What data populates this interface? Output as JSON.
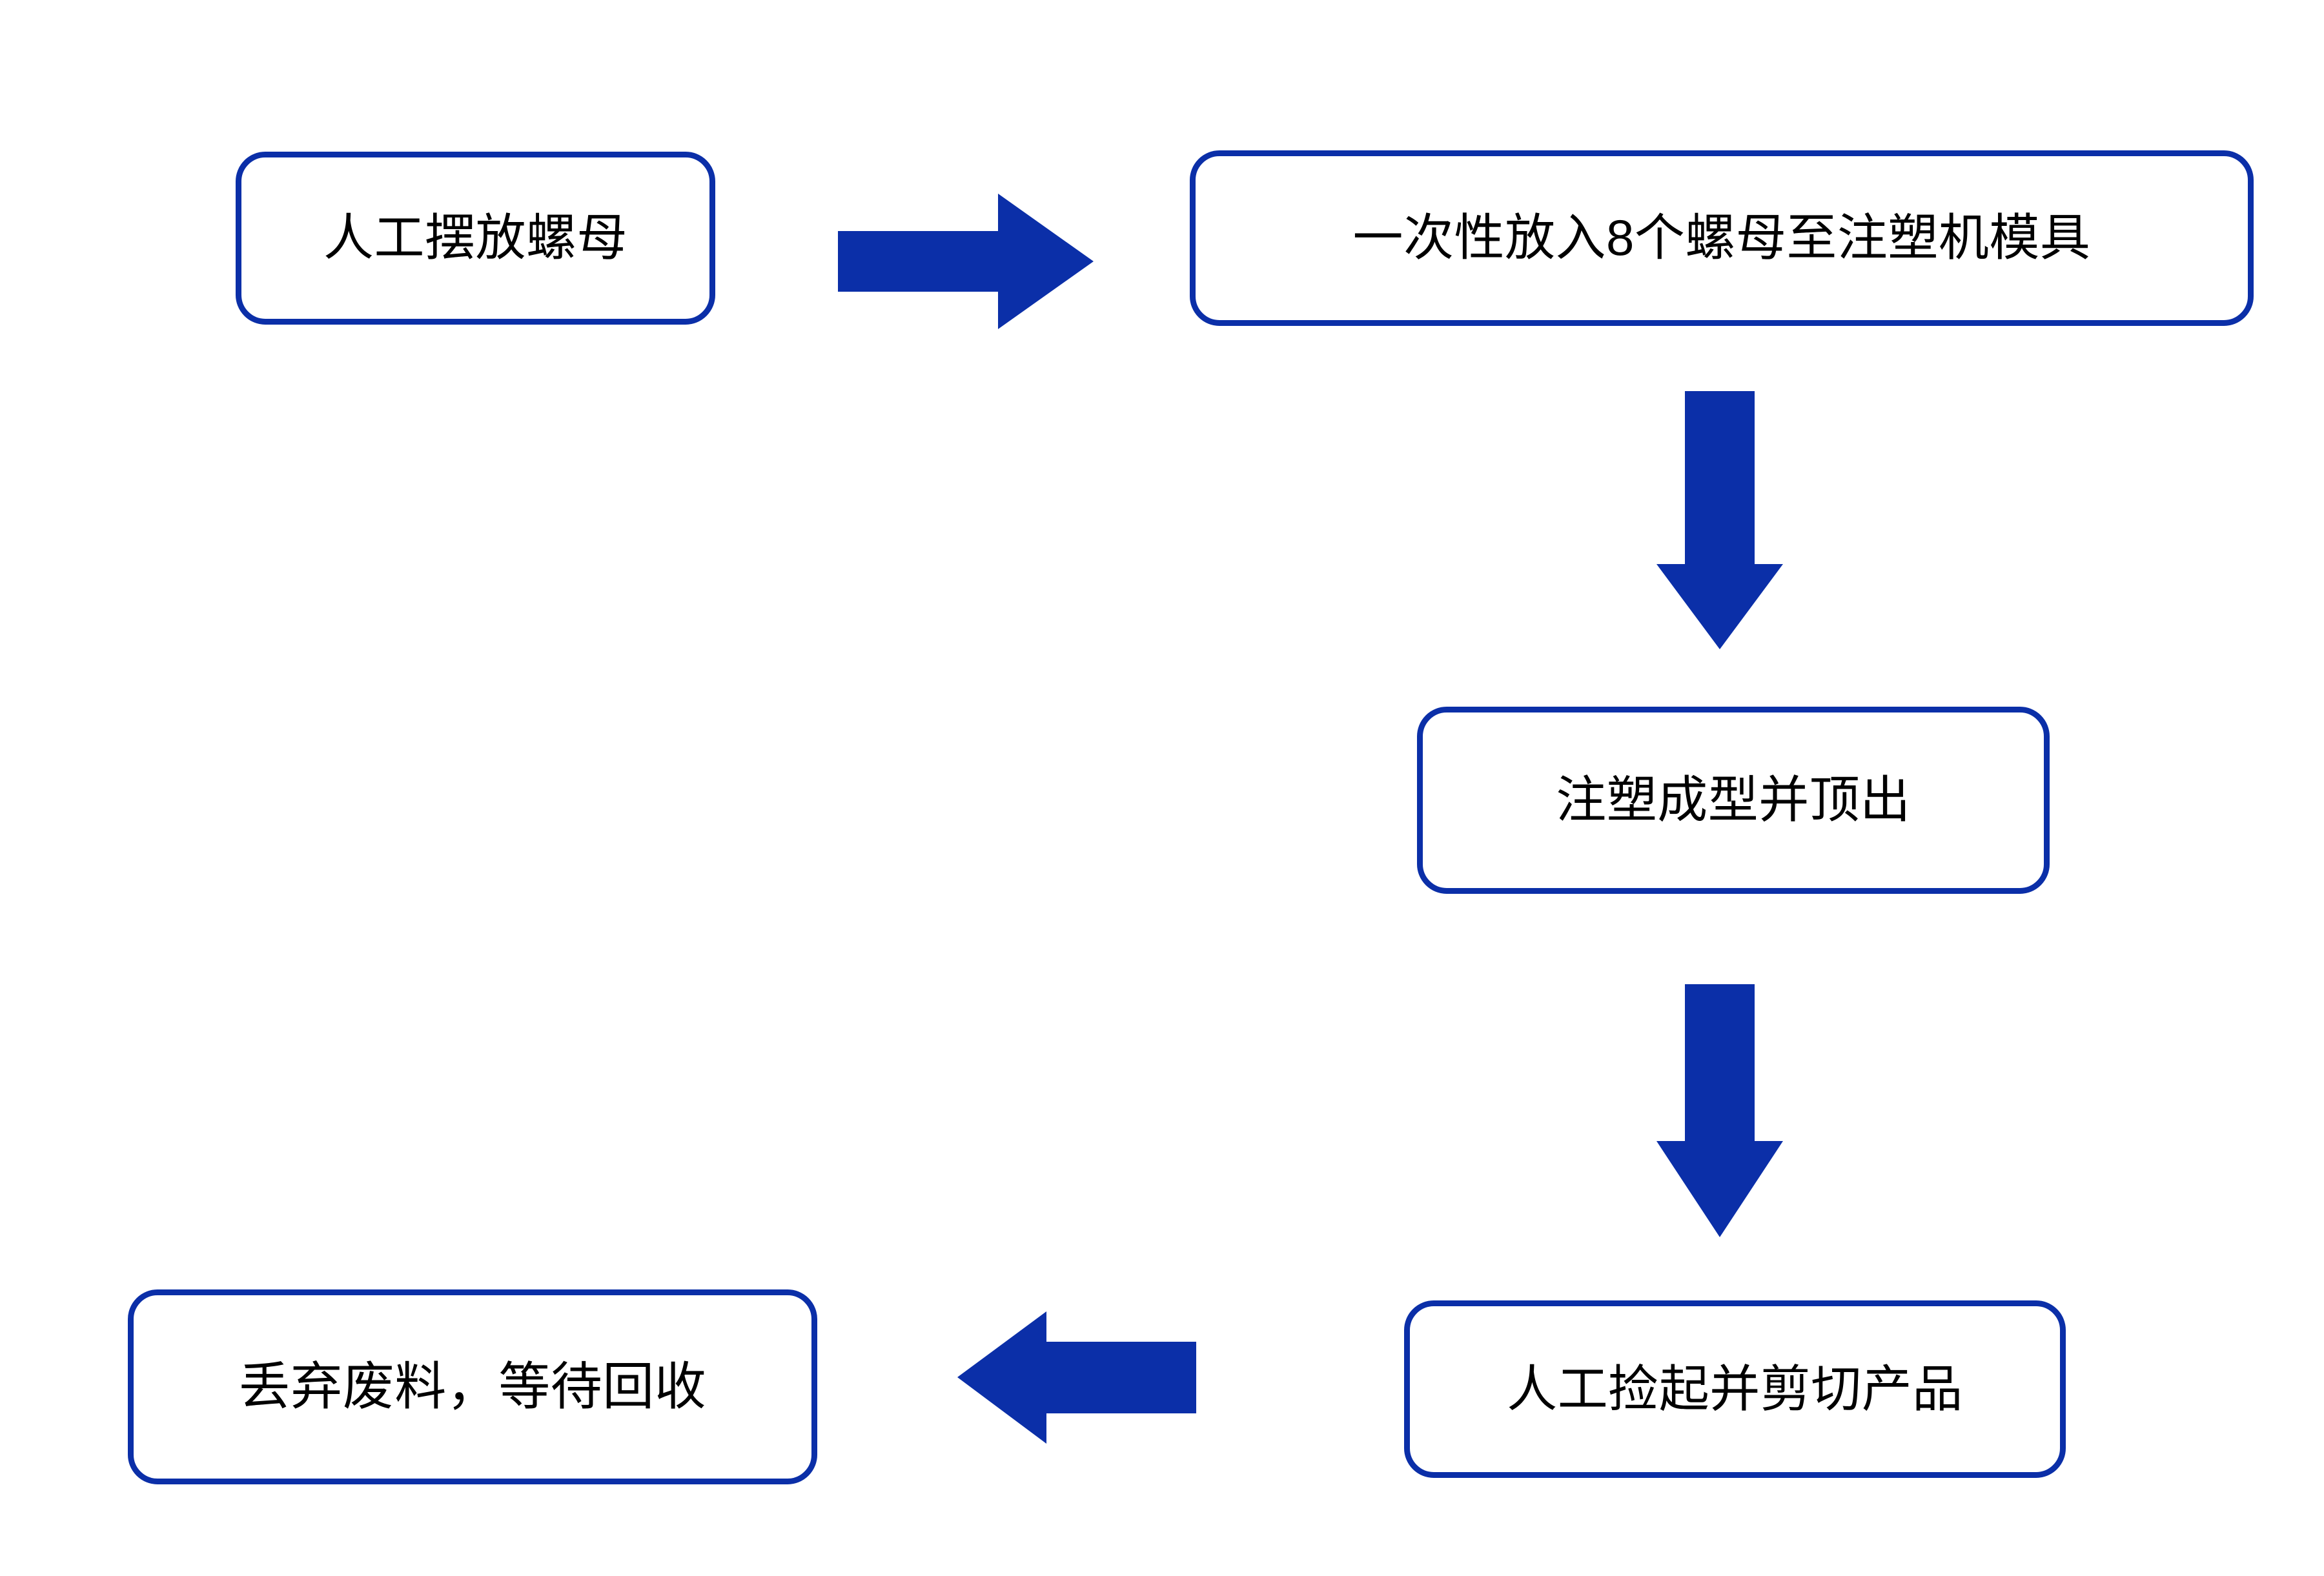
{
  "diagram": {
    "title": "",
    "colors": {
      "box_border": "#0b2fa8",
      "box_fill": "#ffffff",
      "arrow_fill": "#0b2fa8",
      "text": "#000000",
      "background": "#ffffff"
    },
    "nodes": [
      {
        "id": "manual-place",
        "label": "人工摆放螺母"
      },
      {
        "id": "insert-nuts",
        "label": "一次性放入8个螺母至注塑机模具"
      },
      {
        "id": "injection-mold",
        "label": "注塑成型并顶出"
      },
      {
        "id": "pick-cut",
        "label": "人工捡起并剪切产品"
      },
      {
        "id": "discard-scrap",
        "label": "丢弃废料，等待回收"
      }
    ],
    "arrows": [
      {
        "id": "place-to-insert",
        "direction": "right",
        "from": "manual-place",
        "to": "insert-nuts"
      },
      {
        "id": "insert-to-mold",
        "direction": "down",
        "from": "insert-nuts",
        "to": "injection-mold"
      },
      {
        "id": "mold-to-pick",
        "direction": "down",
        "from": "injection-mold",
        "to": "pick-cut"
      },
      {
        "id": "pick-to-discard",
        "direction": "left",
        "from": "pick-cut",
        "to": "discard-scrap"
      }
    ]
  }
}
